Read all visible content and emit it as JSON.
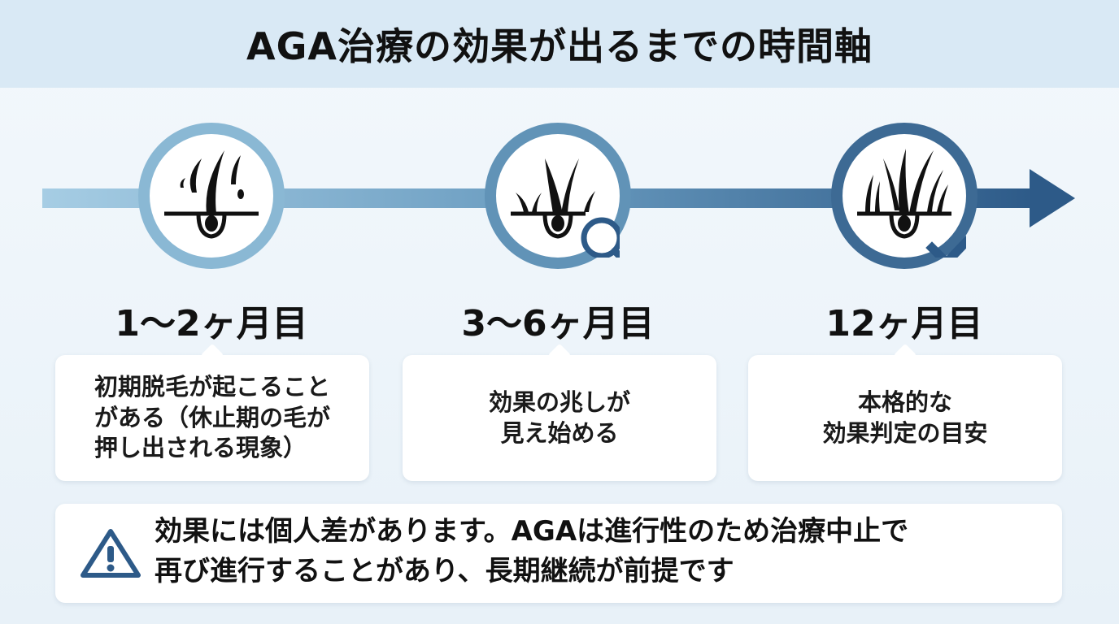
{
  "title": "AGA治療の効果が出るまでの時間軸",
  "stages": [
    {
      "label": "1〜2ヶ月目",
      "description": "初期脱毛が起こること\nがある（休止期の毛が\n押し出される現象）",
      "icon": "hair-follicle-shedding-icon"
    },
    {
      "label": "3〜6ヶ月目",
      "description": "効果の兆しが\n見え始める",
      "icon": "hair-follicle-magnifier-icon"
    },
    {
      "label": "12ヶ月目",
      "description": "本格的な\n効果判定の目安",
      "icon": "hair-follicle-check-icon"
    }
  ],
  "note": {
    "icon": "warning-icon",
    "text": "効果には個人差があります。AGAは進行性のため治療中止で\n再び進行することがあり、長期継続が前提です"
  },
  "colors": {
    "header_bg": "#d9e9f5",
    "arrow_start": "#a6cde4",
    "arrow_end": "#2d5a88",
    "circle_1": "#8ab8d4",
    "circle_2": "#6193b7",
    "circle_3": "#3d6a94",
    "accent_dark": "#2d5a88"
  }
}
